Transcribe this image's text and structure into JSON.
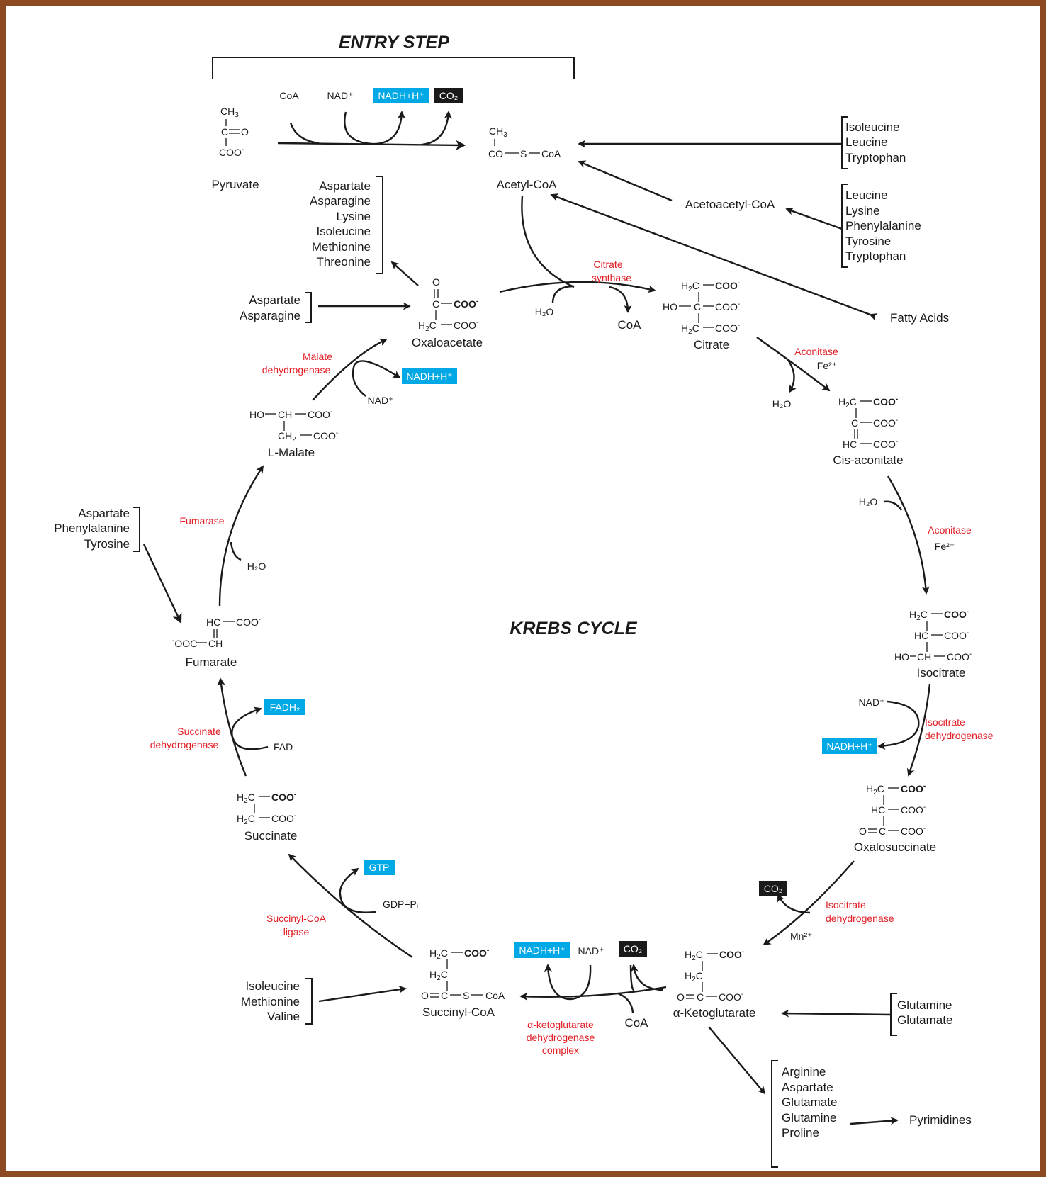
{
  "titles": {
    "entry": "ENTRY STEP",
    "cycle": "KREBS CYCLE"
  },
  "colors": {
    "border": "#8b4a22",
    "enzyme": "#e21e26",
    "reduced_carrier_box": "#00a8e6",
    "co2_box": "#1a1a1a"
  },
  "metabolites": {
    "pyruvate": "Pyruvate",
    "acetyl_coa": "Acetyl-CoA",
    "citrate": "Citrate",
    "cis_aconitate": "Cis-aconitate",
    "isocitrate": "Isocitrate",
    "oxalosuccinate": "Oxalosuccinate",
    "alpha_ketoglutarate": "α-Ketoglutarate",
    "succinyl_coa": "Succinyl-CoA",
    "succinate": "Succinate",
    "fumarate": "Fumarate",
    "l_malate": "L-Malate",
    "oxaloacetate": "Oxaloacetate",
    "acetoacetyl_coa": "Acetoacetyl-CoA",
    "fatty_acids": "Fatty Acids",
    "pyrimidines": "Pyrimidines"
  },
  "enzymes": {
    "citrate_synthase": [
      "Citrate",
      "synthase"
    ],
    "aconitase_1": "Aconitase",
    "aconitase_2": "Aconitase",
    "isocitrate_dh_1": [
      "Isocitrate",
      "dehydrogenase"
    ],
    "isocitrate_dh_2": [
      "Isocitrate",
      "dehydrogenase"
    ],
    "akg_dh": [
      "α-ketoglutarate",
      "dehydrogenase",
      "complex"
    ],
    "succinyl_coa_ligase": [
      "Succinyl-CoA",
      "ligase"
    ],
    "succinate_dh": [
      "Succinate",
      "dehydrogenase"
    ],
    "fumarase": "Fumarase",
    "malate_dh": [
      "Malate",
      "dehydrogenase"
    ]
  },
  "cofactors": {
    "coa": "CoA",
    "nad": "NAD⁺",
    "nadh": "NADH+H⁺",
    "co2": "CO₂",
    "h2o": "H₂O",
    "fe": "Fe²⁺",
    "mn": "Mn²⁺",
    "fad": "FAD",
    "fadh2": "FADH₂",
    "gtp": "GTP",
    "gdp": "GDP+Pᵢ"
  },
  "amino_acid_groups": {
    "to_acetyl_coa": [
      "Isoleucine",
      "Leucine",
      "Tryptophan"
    ],
    "to_acetoacetyl_coa": [
      "Leucine",
      "Lysine",
      "Phenylalanine",
      "Tyrosine",
      "Tryptophan"
    ],
    "from_oxaloacetate": [
      "Aspartate",
      "Asparagine",
      "Lysine",
      "Isoleucine",
      "Methionine",
      "Threonine"
    ],
    "to_oxaloacetate": [
      "Aspartate",
      "Asparagine"
    ],
    "to_fumarate": [
      "Aspartate",
      "Phenylalanine",
      "Tyrosine"
    ],
    "to_succinyl_coa": [
      "Isoleucine",
      "Methionine",
      "Valine"
    ],
    "to_alpha_ketoglutarate": [
      "Glutamine",
      "Glutamate"
    ],
    "from_alpha_ketoglutarate": [
      "Arginine",
      "Aspartate",
      "Glutamate",
      "Glutamine",
      "Proline"
    ]
  }
}
